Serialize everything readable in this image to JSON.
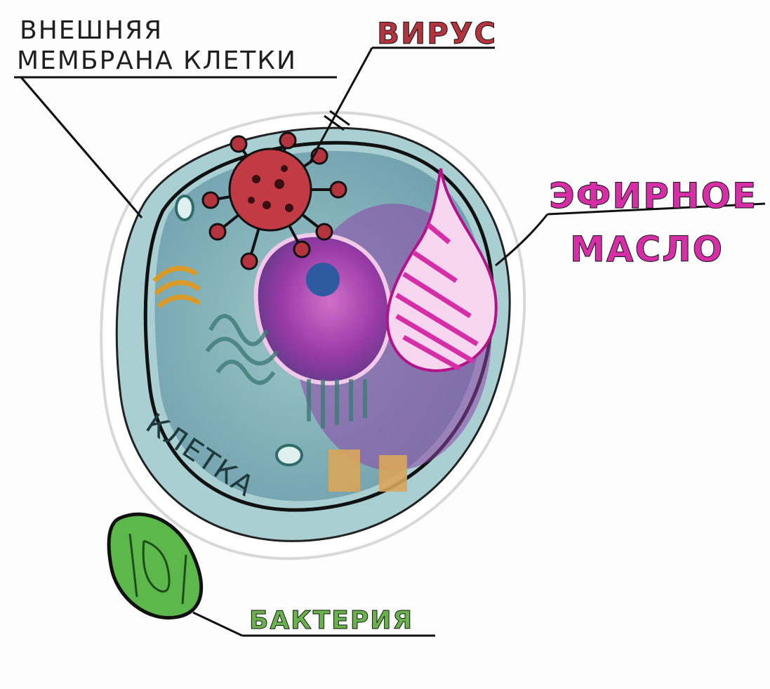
{
  "labels": {
    "membrane_line1": "ВНЕШНЯЯ",
    "membrane_line2": "МЕМБРАНА КЛЕТКИ",
    "virus": "ВИРУС",
    "oil_line1": "ЭФИРНОЕ",
    "oil_line2": "МАСЛО",
    "cell": "КЛЕТКА",
    "bacteria": "БАКТЕРИЯ"
  },
  "colors": {
    "ink": "#1a1a1a",
    "cell_outer": "#a9cfd3",
    "cell_inner": "#7fb4be",
    "virus": "#b3343c",
    "oil": "#d62ea6",
    "bacteria": "#4fa63a",
    "nucleus": "#8c3f9e"
  }
}
